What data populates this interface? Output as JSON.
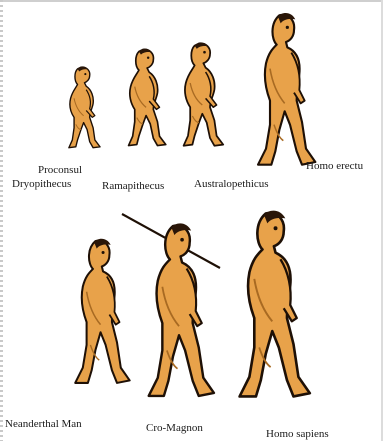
{
  "figures": [
    {
      "id": "proconsul",
      "label_lines": [
        "Proconsul",
        "Dryopithecus"
      ]
    },
    {
      "id": "ramapithecus",
      "label_lines": [
        "Ramapithecus"
      ]
    },
    {
      "id": "australopithecus",
      "label_lines": [
        "Australopethicus"
      ]
    },
    {
      "id": "homo-erectus",
      "label_lines": [
        "Homo erectu"
      ]
    },
    {
      "id": "neanderthal",
      "label_lines": [
        "Neanderthal Man"
      ]
    },
    {
      "id": "cro-magnon",
      "label_lines": [
        "Cro-Magnon"
      ]
    },
    {
      "id": "homo-sapiens",
      "label_lines": [
        "Homo sapiens"
      ]
    }
  ],
  "colors": {
    "skin": "#e8a24a",
    "outline": "#1e1006",
    "hair": "#2a1608",
    "shade": "#a86a22"
  }
}
